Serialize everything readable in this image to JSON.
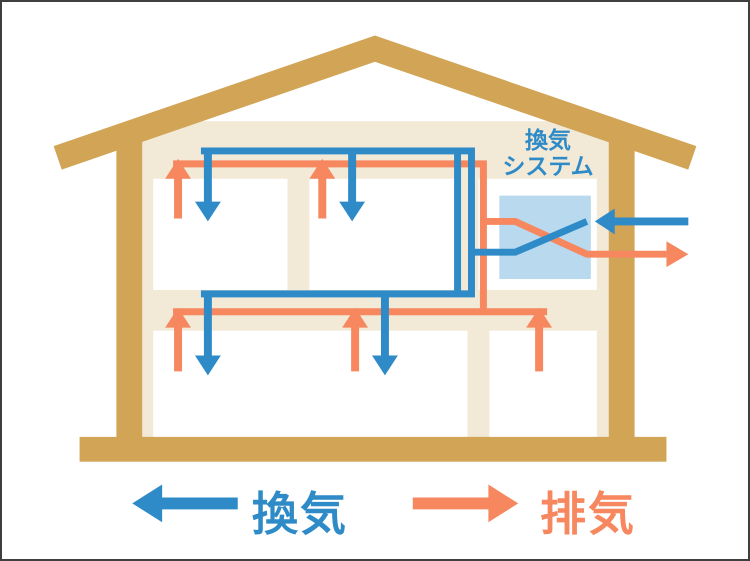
{
  "unit": {
    "label_line1": "換気",
    "label_line2": "システム"
  },
  "legend": {
    "supply": {
      "label": "換気",
      "arrow_direction": "left"
    },
    "exhaust": {
      "label": "排気",
      "arrow_direction": "right"
    }
  },
  "colors": {
    "supply": "#2E8BC8",
    "exhaust": "#F6875F",
    "structure": "#D1A456",
    "interior": "#F2E9D6",
    "room": "#FFFFFF",
    "unit": "#B9D9EF",
    "canvas": "#FFFFFF",
    "frame": "#3F3F3F"
  }
}
